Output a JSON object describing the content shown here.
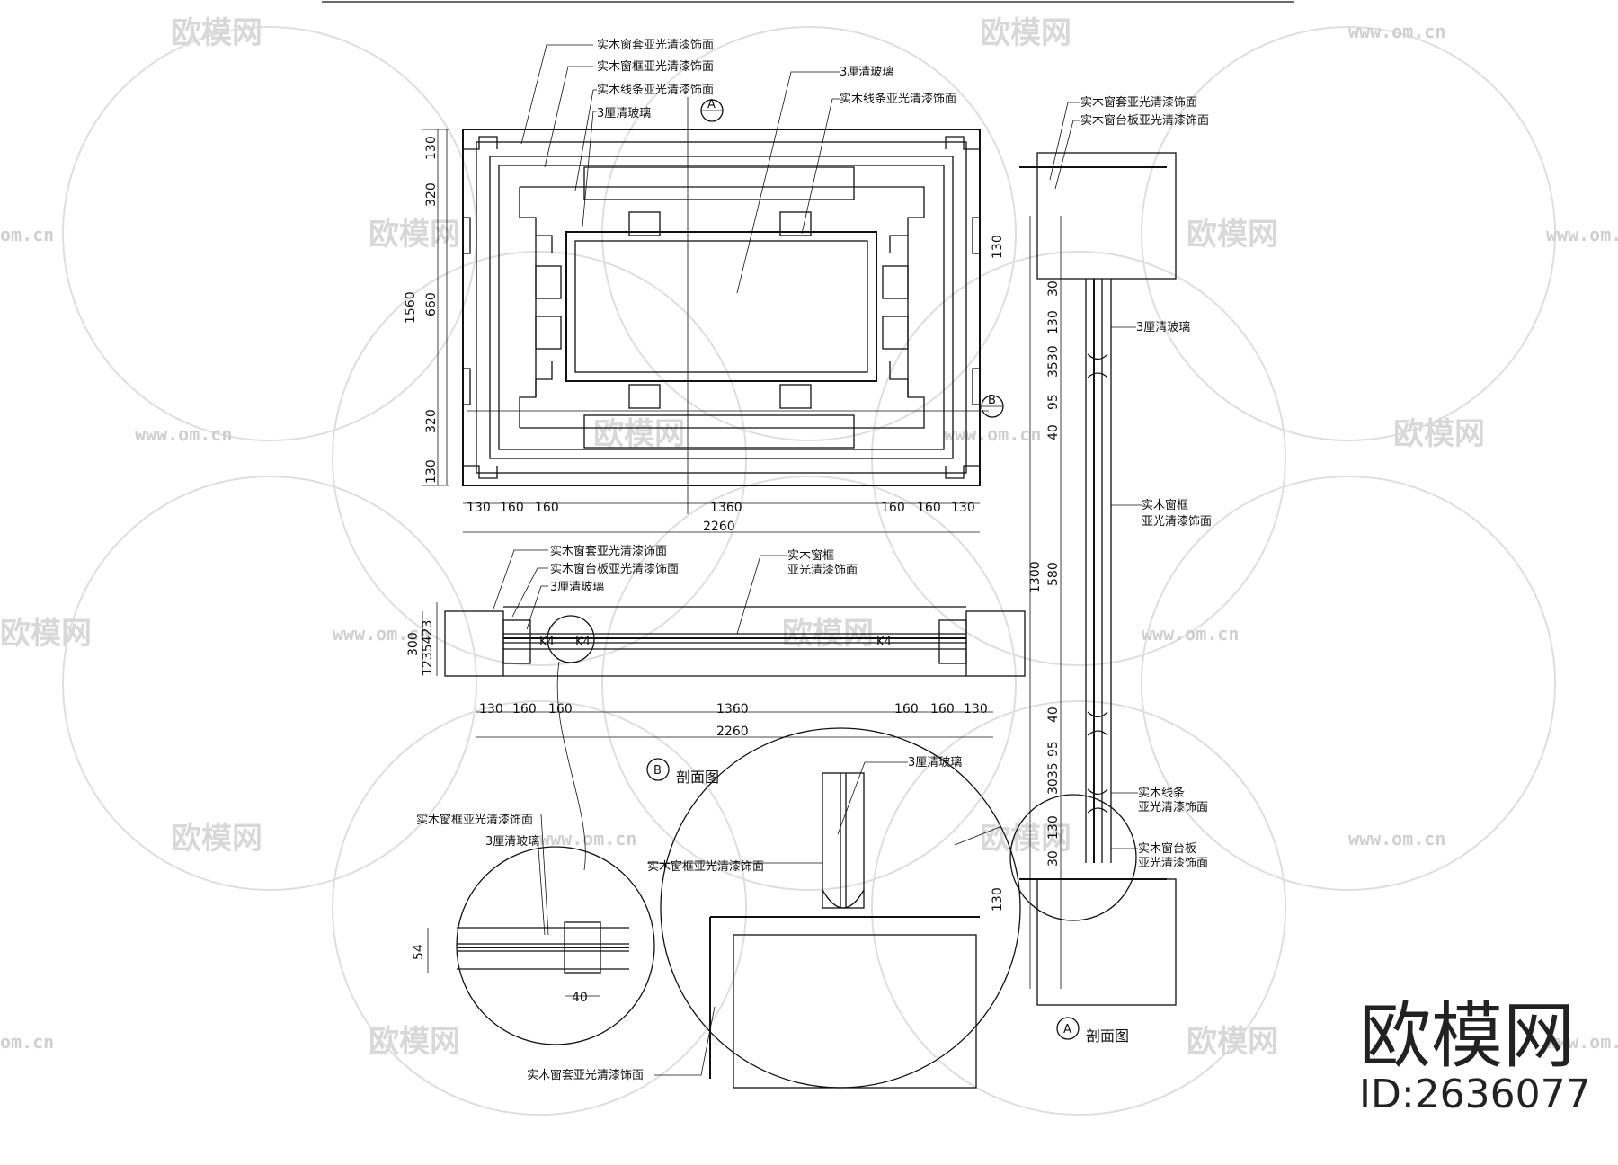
{
  "labels": {
    "frame_cover": "实木窗套亚光清漆饰面",
    "frame_window": "实木窗框亚光清漆饰面",
    "moulding": "实木线条亚光清漆饰面",
    "glass": "3厘清玻璃",
    "sill": "实木窗台板亚光清漆饰面",
    "frame_short": "实木窗框",
    "finish_short": "亚光清漆饰面",
    "moulding_short": "实木线条",
    "sill_short": "实木窗台板"
  },
  "markers": {
    "a": "A",
    "b": "B"
  },
  "titles": {
    "section_b": "剖面图",
    "section_a": "剖面图"
  },
  "dims": {
    "front_vertical": [
      "130",
      "320",
      "660",
      "320",
      "130"
    ],
    "front_total_height": "1560",
    "front_horizontal": [
      "130",
      "160",
      "160",
      "1360",
      "160",
      "160",
      "130"
    ],
    "front_total_width": "2260",
    "plan_horizontal": [
      "130",
      "160",
      "160",
      "1360",
      "160",
      "160",
      "130"
    ],
    "plan_total_width": "2260",
    "plan_side_depth": "300",
    "plan_side_detail": "1235423",
    "side_top_wall": "130",
    "side_chain": [
      "30",
      "130",
      "3530",
      "95",
      "40",
      "580",
      "40",
      "95",
      "3035",
      "130",
      "30"
    ],
    "side_total": "1300",
    "side_bottom_wall": "130",
    "detail_height": "54",
    "detail_width": "40"
  },
  "watermark": {
    "brand": "欧模网",
    "url": "www.om.cn",
    "url_short": "om.cn",
    "id": "ID:2636077"
  }
}
